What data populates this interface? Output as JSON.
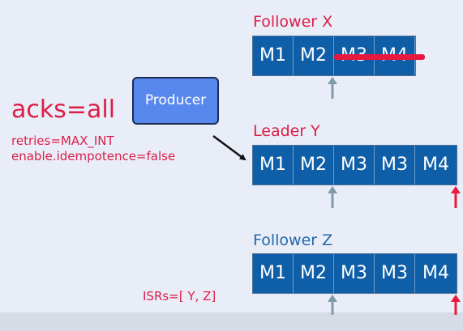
{
  "producer": {
    "label": "Producer"
  },
  "config": {
    "acks": "acks=all",
    "retries": "retries=MAX_INT",
    "idempotence": "enable.idempotence=false",
    "isrs": "ISRs=[ Y, Z]"
  },
  "brokers": [
    {
      "title": "Follower X",
      "title_color": "#dc1e48",
      "messages": [
        "M1",
        "M2",
        "M3",
        "M4"
      ],
      "struck_messages": [
        "M3",
        "M4"
      ],
      "markers": [
        "gray"
      ]
    },
    {
      "title": "Leader Y",
      "title_color": "#dc1e48",
      "messages": [
        "M1",
        "M2",
        "M3",
        "M3",
        "M4"
      ],
      "markers": [
        "gray",
        "red"
      ]
    },
    {
      "title": "Follower Z",
      "title_color": "#2167ad",
      "messages": [
        "M1",
        "M2",
        "M3",
        "M3",
        "M4"
      ],
      "markers": [
        "gray",
        "red"
      ]
    }
  ],
  "colors": {
    "cell_fill": "#0f5fa8",
    "producer_fill": "#5888ee",
    "accent_red": "#dc1e48",
    "marker_gray": "#7f9aa8",
    "marker_red": "#e8193e"
  }
}
